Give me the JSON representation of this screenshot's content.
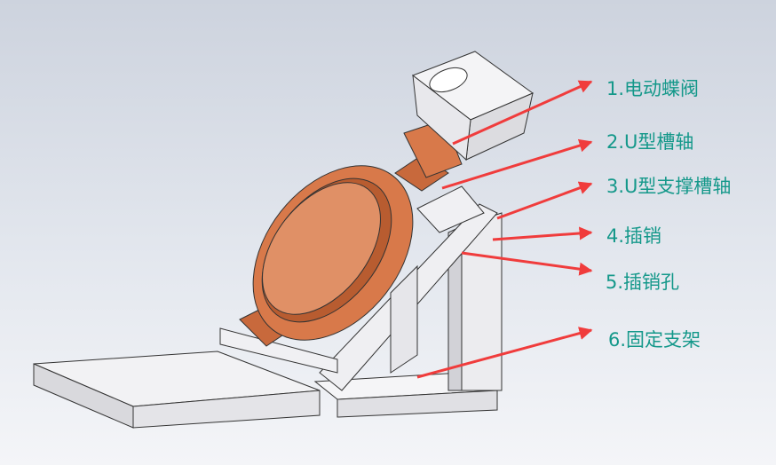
{
  "labels": [
    {
      "id": "1",
      "text": "1.电动蝶阀"
    },
    {
      "id": "2",
      "text": "2.U型槽轴"
    },
    {
      "id": "3",
      "text": "3.U型支撑槽轴"
    },
    {
      "id": "4",
      "text": "4.插销"
    },
    {
      "id": "5",
      "text": "5.插销孔"
    },
    {
      "id": "6",
      "text": "6.固定支架"
    }
  ],
  "colors": {
    "label": "#14988a",
    "arrow": "#f03c3c",
    "copper": "#d8794a",
    "frame": "#e8e8ea"
  }
}
